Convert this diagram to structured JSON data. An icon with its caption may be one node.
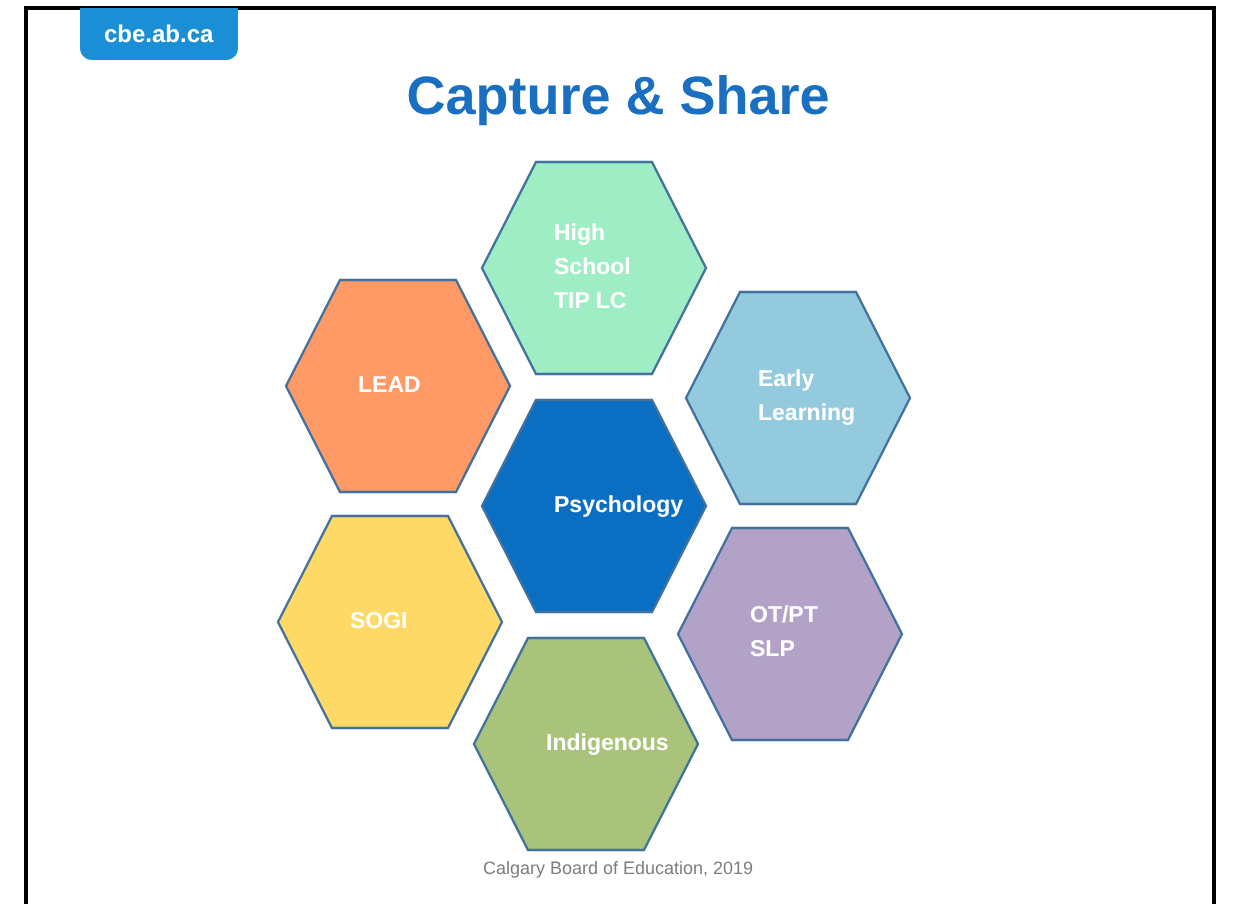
{
  "diagram": {
    "title": "Capture & Share",
    "nodes": [
      {
        "text": [
          "High School TIP LC"
        ]
      },
      {
        "text": [
          "LEAD"
        ]
      },
      {
        "text": [
          "Early Learning"
        ]
      },
      {
        "text": [
          "Psychology"
        ]
      },
      {
        "text": [
          "SOGI"
        ]
      },
      {
        "text": [
          "OT/PT SLP"
        ]
      },
      {
        "text": [
          "Indigenous"
        ]
      }
    ],
    "labels": [
      "cbe.ab.ca",
      "Calgary Board of Education, 2019"
    ]
  }
}
